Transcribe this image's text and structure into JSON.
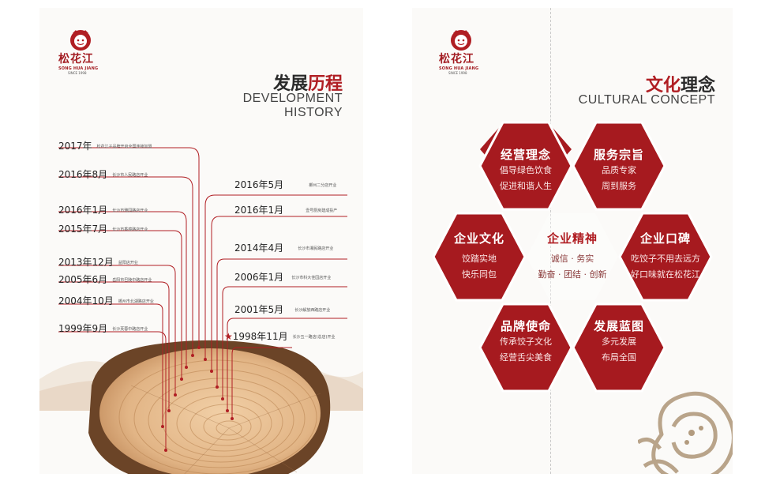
{
  "brand": {
    "name_cn": "松花江",
    "name_en": "SONG HUA JIANG",
    "since": "SINCE 1998"
  },
  "left_page": {
    "title_cn_plain": "发展",
    "title_cn_accent": "历程",
    "title_en_line1": "DEVELOPMENT",
    "title_en_line2": "HISTORY",
    "events_left": [
      {
        "date": "2017年",
        "desc": "松花江子品牌开启全国连锁加盟"
      },
      {
        "date": "2016年8月",
        "desc": "长沙市人民路店开业"
      },
      {
        "date": "2016年1月",
        "desc": "长沙市雅园路店开业"
      },
      {
        "date": "2015年7月",
        "desc": "长沙市香樟路店开业"
      },
      {
        "date": "2013年12月",
        "desc": "益阳店开业"
      },
      {
        "date": "2005年6月",
        "desc": "岳阳市巴陵中路店开业"
      },
      {
        "date": "2004年10月",
        "desc": "郴州市北湖路店开业"
      },
      {
        "date": "1999年9月",
        "desc": "长沙芙蓉中路店开业"
      }
    ],
    "events_right": [
      {
        "date": "2016年5月",
        "desc": "郴州二分店开业"
      },
      {
        "date": "2016年1月",
        "desc": "壹号厨房建成投产"
      },
      {
        "date": "2014年4月",
        "desc": "长沙市湘民路店开业"
      },
      {
        "date": "2006年1月",
        "desc": "长沙市科大佳园店开业"
      },
      {
        "date": "2001年5月",
        "desc": "长沙解放西路店开业"
      },
      {
        "date": "1998年11月",
        "desc": "长沙五一路店(总店)开业",
        "star": "★"
      }
    ]
  },
  "right_page": {
    "title_cn_accent": "文化",
    "title_cn_plain": "理念",
    "title_en": "CULTURAL CONCEPT",
    "hexagons": [
      {
        "title": "经营理念",
        "lines": [
          "倡导绿色饮食",
          "促进和谐人生"
        ]
      },
      {
        "title": "服务宗旨",
        "lines": [
          "品质专家",
          "周到服务"
        ]
      },
      {
        "title": "企业文化",
        "lines": [
          "饺踏实地",
          "快乐同包"
        ]
      },
      {
        "title": "企业精神",
        "lines": [
          "诚信 · 务实",
          "勤奋 · 团结 · 创新"
        ]
      },
      {
        "title": "企业口碑",
        "lines": [
          "吃饺子不用去远方",
          "好口味就在松花江"
        ]
      },
      {
        "title": "品牌使命",
        "lines": [
          "传承饺子文化",
          "经营舌尖美食"
        ]
      },
      {
        "title": "发展蓝图",
        "lines": [
          "多元发展",
          "布局全国"
        ]
      }
    ]
  },
  "colors": {
    "brand_red": "#b01e23",
    "wood_light": "#e8c39a",
    "wood_dark": "#8a5a35",
    "page_bg": "#fbfaf8"
  }
}
